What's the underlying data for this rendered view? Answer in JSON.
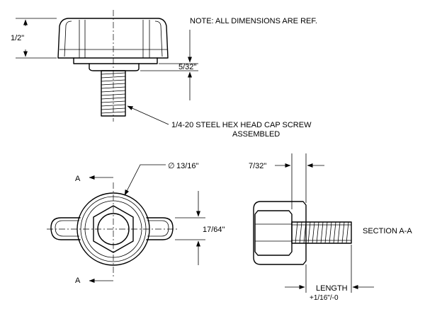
{
  "note": "NOTE: ALL DIMENSIONS ARE REF.",
  "dimensions": {
    "height": "1/2\"",
    "stud_offset": "5/32\"",
    "diameter_symbol": "∅",
    "diameter_value": "13/16\"",
    "hex_offset": "7/32\"",
    "wing_thickness": "17/64\"",
    "length": "LENGTH",
    "length_tolerance": "+1/16\"/-0"
  },
  "callouts": {
    "screw_line1": "1/4-20 STEEL HEX HEAD CAP SCREW",
    "screw_line2": "ASSEMBLED"
  },
  "section": {
    "marker_top": "A",
    "marker_bottom": "A",
    "label": "SECTION A-A"
  }
}
